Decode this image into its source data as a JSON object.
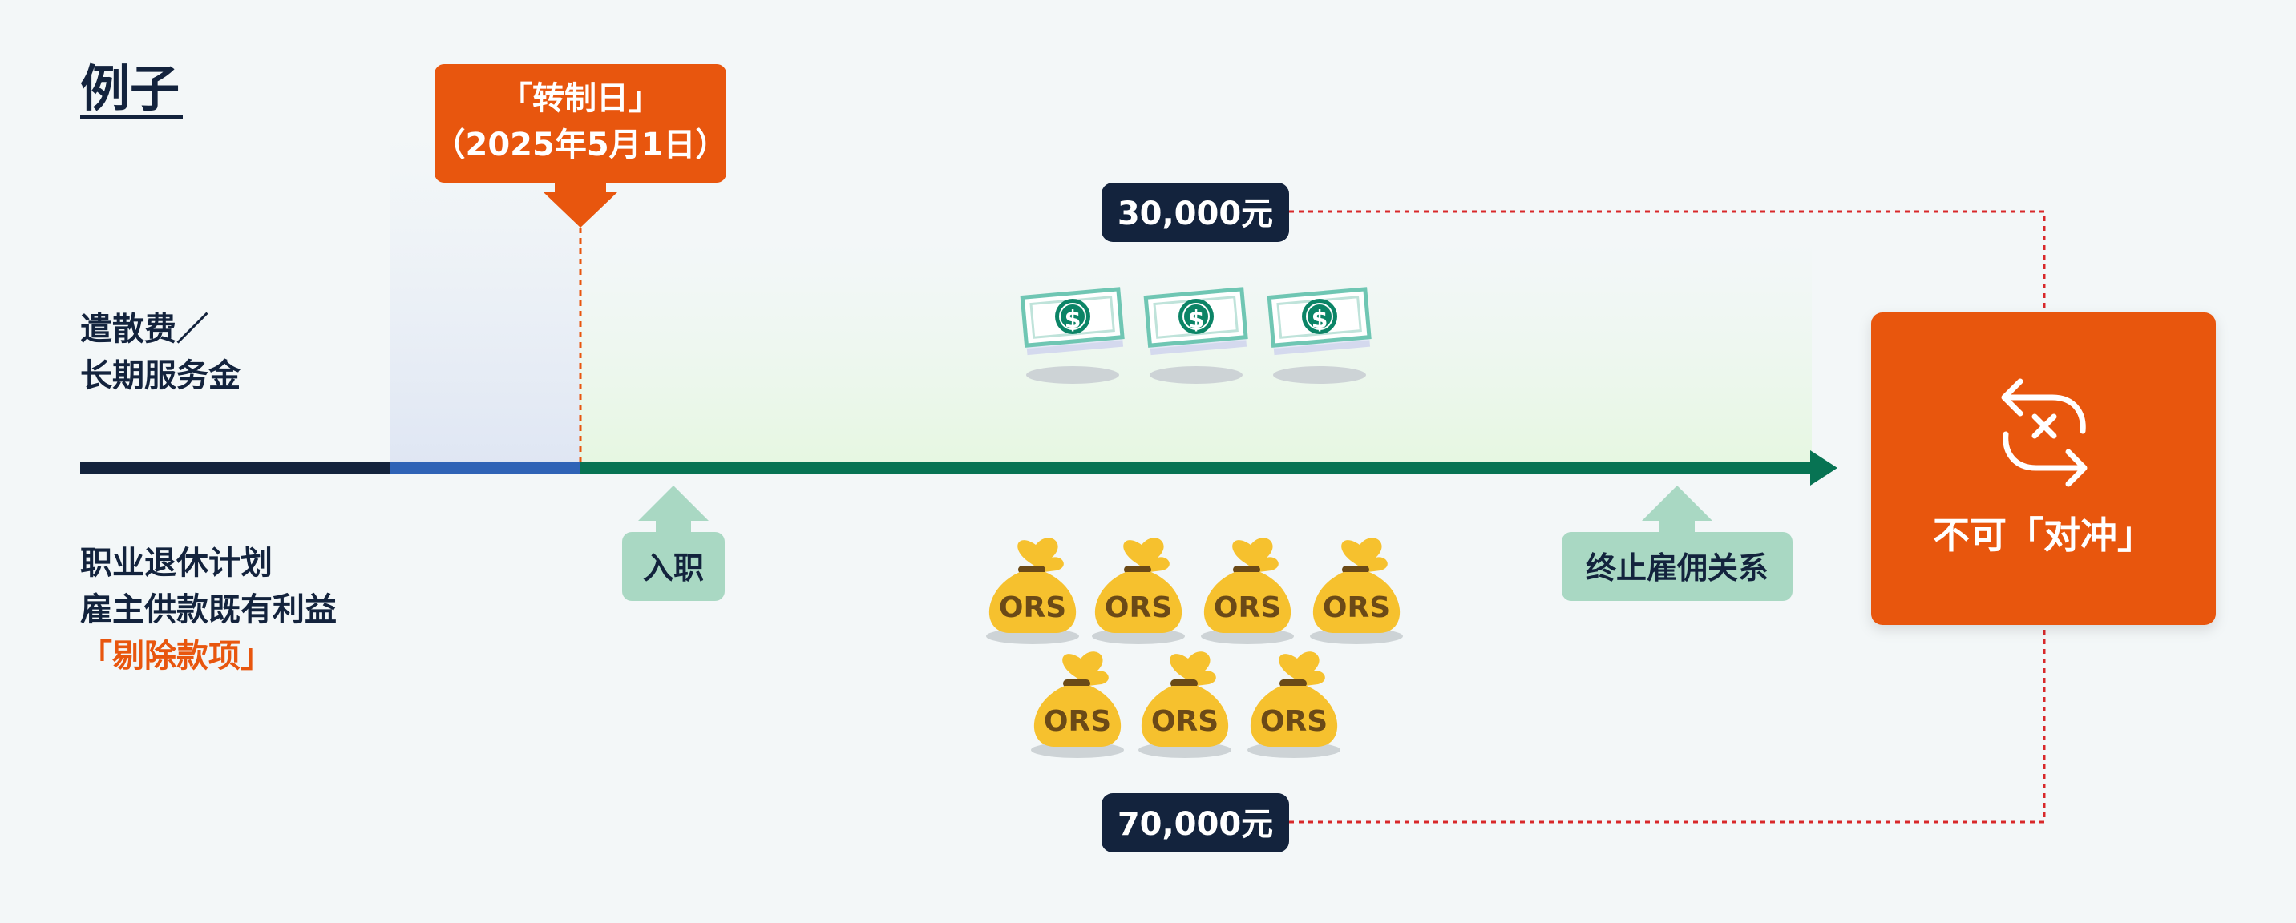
{
  "title": "例子",
  "conversion_day": {
    "line1": "「转制日」",
    "line2": "（2025年5月1日）"
  },
  "left_labels": {
    "severance_line1": "遣散费／",
    "severance_line2": "长期服务金",
    "mpf_line1": "职业退休计划",
    "mpf_line2": "雇主供款既有利益",
    "mpf_line3": "「剔除款项」"
  },
  "events": {
    "join": "入职",
    "terminate": "终止雇佣关系"
  },
  "amounts": {
    "severance": "30,000元",
    "ors": "70,000元"
  },
  "result": {
    "label": "不可「对冲」",
    "icon": "no-offset-icon"
  },
  "cash_symbol": "$",
  "bag_label": "ORS",
  "colors": {
    "orange": "#e8560e",
    "navy": "#13233d",
    "green": "#077353",
    "mint": "#a9d8c3",
    "blue": "#2f63b6",
    "red_dotted": "#d8282a",
    "bag_gold": "#f6c12e",
    "bag_text": "#6b4a17"
  }
}
